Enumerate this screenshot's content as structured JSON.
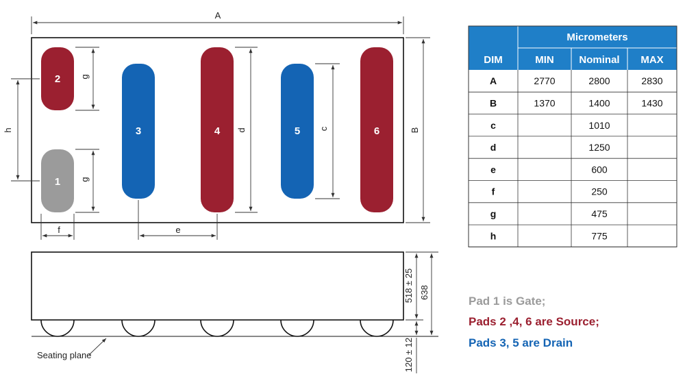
{
  "colors": {
    "gate": "#9b9b9b",
    "source": "#9b2030",
    "drain": "#1464b4",
    "header": "#1f7fc8"
  },
  "top_view": {
    "pads": [
      {
        "label": "2",
        "type": "source"
      },
      {
        "label": "1",
        "type": "gate"
      },
      {
        "label": "3",
        "type": "drain"
      },
      {
        "label": "4",
        "type": "source"
      },
      {
        "label": "5",
        "type": "drain"
      },
      {
        "label": "6",
        "type": "source"
      }
    ],
    "dims": {
      "A": "A",
      "B": "B",
      "c": "c",
      "d": "d",
      "e": "e",
      "f": "f",
      "g": "g",
      "h": "h"
    }
  },
  "side_view": {
    "dim_518": "518 ± 25",
    "dim_638": "638",
    "dim_120": "120 ± 12",
    "seating_plane": "Seating plane"
  },
  "table": {
    "group_header": "Micrometers",
    "columns": [
      "DIM",
      "MIN",
      "Nominal",
      "MAX"
    ],
    "rows": [
      {
        "dim": "A",
        "min": "2770",
        "nominal": "2800",
        "max": "2830"
      },
      {
        "dim": "B",
        "min": "1370",
        "nominal": "1400",
        "max": "1430"
      },
      {
        "dim": "c",
        "min": "",
        "nominal": "1010",
        "max": ""
      },
      {
        "dim": "d",
        "min": "",
        "nominal": "1250",
        "max": ""
      },
      {
        "dim": "e",
        "min": "",
        "nominal": "600",
        "max": ""
      },
      {
        "dim": "f",
        "min": "",
        "nominal": "250",
        "max": ""
      },
      {
        "dim": "g",
        "min": "",
        "nominal": "475",
        "max": ""
      },
      {
        "dim": "h",
        "min": "",
        "nominal": "775",
        "max": ""
      }
    ]
  },
  "legend": [
    {
      "text": "Pad 1 is Gate;",
      "type": "gate"
    },
    {
      "text": "Pads  2 ,4, 6 are Source;",
      "type": "source"
    },
    {
      "text": "Pads 3, 5 are Drain",
      "type": "drain"
    }
  ]
}
